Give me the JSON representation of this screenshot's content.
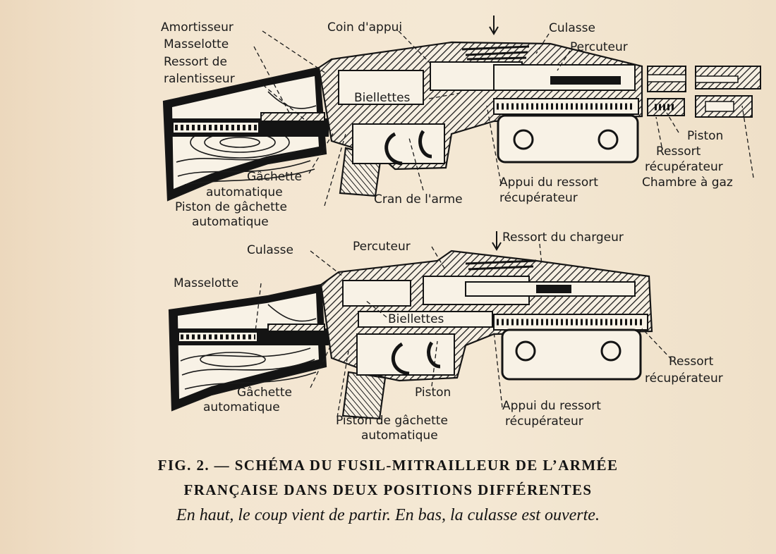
{
  "top_labels": {
    "amortisseur": "Amortisseur",
    "masselotte": "Masselotte",
    "ressort_de": "Ressort de",
    "ralentisseur": "ralentisseur",
    "coin_dappui": "Coin d'appui",
    "culasse": "Culasse",
    "percuteur": "Percuteur",
    "biellettes": "Biellettes",
    "piston": "Piston",
    "ressort": "Ressort",
    "recuperateur": "récupérateur",
    "chambre_a_gaz": "Chambre à gaz",
    "gachette": "Gâchette",
    "automatique": "automatique",
    "piston_de_gachette": "Piston de gâchette",
    "automatique_2": "automatique",
    "cran_de_larme": "Cran de l'arme",
    "appui_du_ressort": "Appui du ressort",
    "recuperateur_2": "récupérateur"
  },
  "bottom_labels": {
    "culasse": "Culasse",
    "percuteur": "Percuteur",
    "ressort_du_chargeur": "Ressort du chargeur",
    "masselotte": "Masselotte",
    "biellettes": "Biellettes",
    "ressort": "Ressort",
    "recuperateur": "récupérateur",
    "gachette": "Gâchette",
    "automatique": "automatique",
    "piston": "Piston",
    "appui_du_ressort": "Appui du ressort",
    "recuperateur_2": "récupérateur",
    "piston_de_gachette": "Piston de gâchette",
    "automatique_2": "automatique"
  },
  "caption": {
    "title": "FIG. 2. — SCHÉMA DU FUSIL-MITRAILLEUR DE L’ARMÉE",
    "line2": "FRANÇAISE DANS DEUX POSITIONS DIFFÉRENTES",
    "subtitle": "En haut, le coup vient de partir. En bas, la culasse est ouverte."
  },
  "colors": {
    "paper": "#f2e4cf",
    "ink": "#161616",
    "wood": "#f8f2e6"
  }
}
